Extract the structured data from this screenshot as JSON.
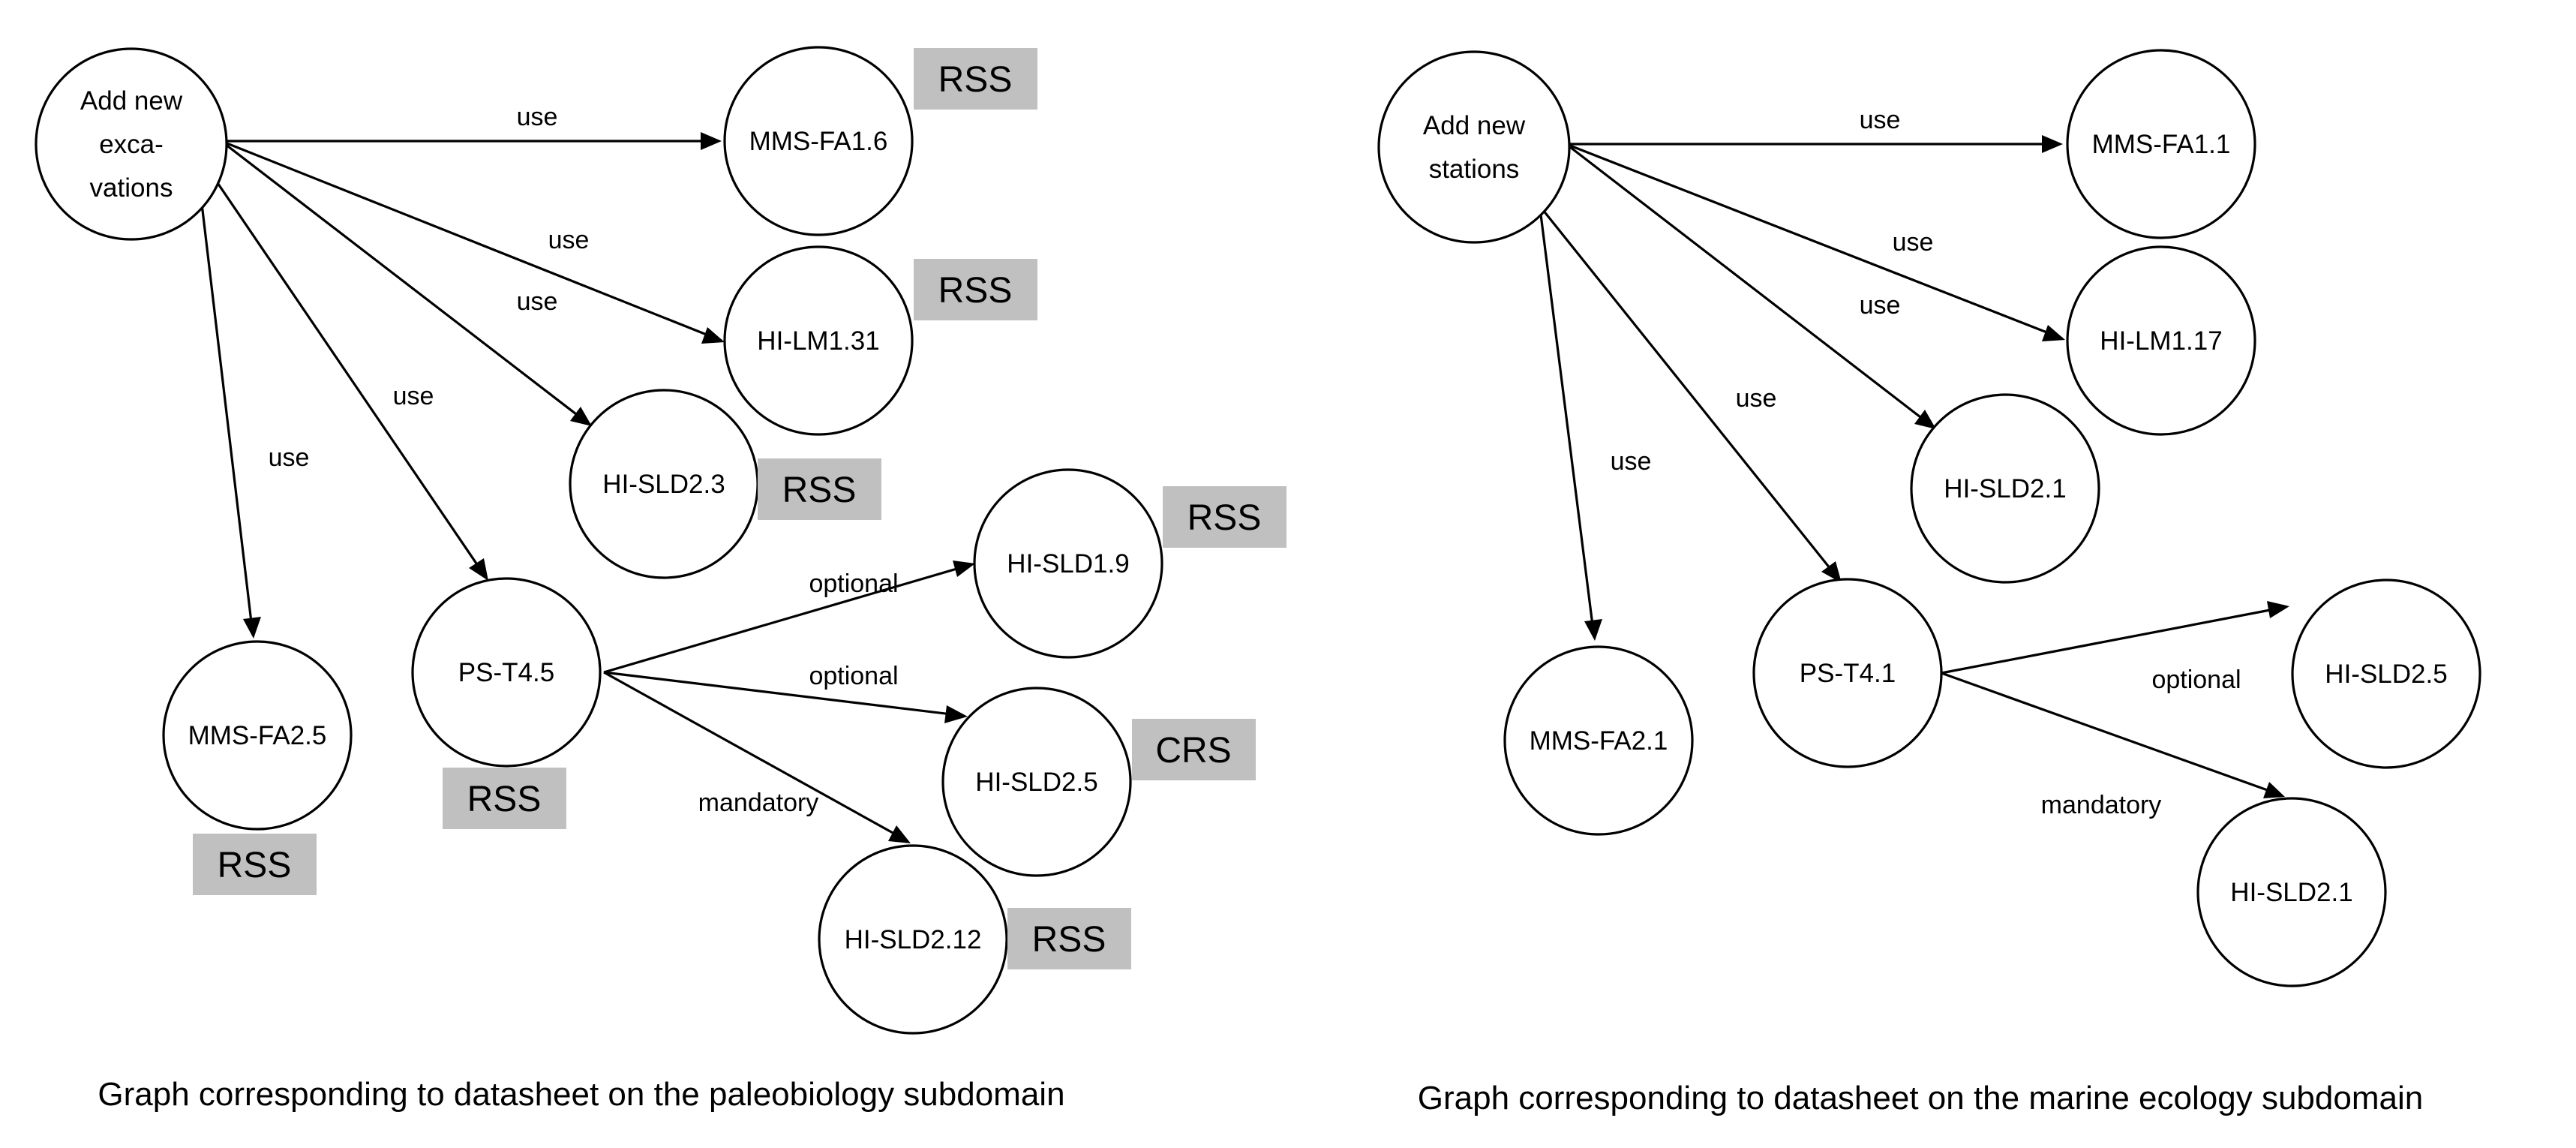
{
  "graphs": [
    {
      "caption": "Graph corresponding to datasheet on the paleobiology subdomain",
      "nodes": [
        {
          "id": "root",
          "lines": [
            "Add new",
            "exca-",
            "vations"
          ]
        },
        {
          "id": "n1",
          "lines": [
            "MMS-FA1.6"
          ],
          "tag": "RSS"
        },
        {
          "id": "n2",
          "lines": [
            "HI-LM1.31"
          ],
          "tag": "RSS"
        },
        {
          "id": "n3",
          "lines": [
            "HI-SLD2.3"
          ],
          "tag": "RSS"
        },
        {
          "id": "n4",
          "lines": [
            "PS-T4.5"
          ],
          "tag": "RSS"
        },
        {
          "id": "n5",
          "lines": [
            "MMS-FA2.5"
          ],
          "tag": "RSS"
        },
        {
          "id": "n6",
          "lines": [
            "HI-SLD1.9"
          ],
          "tag": "RSS"
        },
        {
          "id": "n7",
          "lines": [
            "HI-SLD2.5"
          ],
          "tag": "CRS"
        },
        {
          "id": "n8",
          "lines": [
            "HI-SLD2.12"
          ],
          "tag": "RSS"
        }
      ],
      "edges": [
        {
          "from": "root",
          "to": "n1",
          "label": "use"
        },
        {
          "from": "root",
          "to": "n2",
          "label": "use"
        },
        {
          "from": "root",
          "to": "n3",
          "label": "use"
        },
        {
          "from": "root",
          "to": "n4",
          "label": "use"
        },
        {
          "from": "root",
          "to": "n5",
          "label": "use"
        },
        {
          "from": "n4",
          "to": "n6",
          "label": "optional"
        },
        {
          "from": "n4",
          "to": "n7",
          "label": "optional"
        },
        {
          "from": "n4",
          "to": "n8",
          "label": "mandatory"
        }
      ]
    },
    {
      "caption": "Graph corresponding to datasheet on the marine ecology subdomain",
      "nodes": [
        {
          "id": "root",
          "lines": [
            "Add new",
            "stations"
          ]
        },
        {
          "id": "m1",
          "lines": [
            "MMS-FA1.1"
          ]
        },
        {
          "id": "m2",
          "lines": [
            "HI-LM1.17"
          ]
        },
        {
          "id": "m3",
          "lines": [
            "HI-SLD2.1"
          ]
        },
        {
          "id": "m4",
          "lines": [
            "PS-T4.1"
          ]
        },
        {
          "id": "m5",
          "lines": [
            "MMS-FA2.1"
          ]
        },
        {
          "id": "m6",
          "lines": [
            "HI-SLD2.5"
          ]
        },
        {
          "id": "m7",
          "lines": [
            "HI-SLD2.1"
          ]
        }
      ],
      "edges": [
        {
          "from": "root",
          "to": "m1",
          "label": "use"
        },
        {
          "from": "root",
          "to": "m2",
          "label": "use"
        },
        {
          "from": "root",
          "to": "m3",
          "label": "use"
        },
        {
          "from": "root",
          "to": "m4",
          "label": "use"
        },
        {
          "from": "root",
          "to": "m5",
          "label": "use"
        },
        {
          "from": "m4",
          "to": "m6",
          "label": "optional"
        },
        {
          "from": "m4",
          "to": "m7",
          "label": "mandatory"
        }
      ]
    }
  ]
}
